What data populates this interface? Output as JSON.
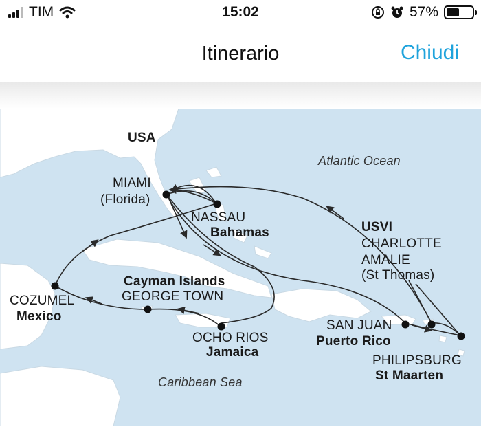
{
  "status_bar": {
    "carrier": "TIM",
    "time": "15:02",
    "battery_percent": "57%",
    "battery_level": 0.57
  },
  "nav": {
    "title": "Itinerario",
    "close_label": "Chiudi"
  },
  "map": {
    "country_usa": "USA",
    "ocean_atlantic": "Atlantic Ocean",
    "sea_caribbean": "Caribbean Sea",
    "ports": {
      "miami": {
        "name": "MIAMI",
        "region": "(Florida)"
      },
      "nassau": {
        "name": "NASSAU",
        "region": "Bahamas"
      },
      "charlotte_amalie": {
        "group": "USVI",
        "name_line1": "CHARLOTTE",
        "name_line2": "AMALIE",
        "region": "(St Thomas)"
      },
      "san_juan": {
        "name": "SAN JUAN",
        "region": "Puerto Rico"
      },
      "philipsburg": {
        "name": "PHILIPSBURG",
        "region": "St Maarten"
      },
      "ocho_rios": {
        "name": "OCHO RIOS",
        "region": "Jamaica"
      },
      "george_town": {
        "group": "Cayman Islands",
        "name": "GEORGE TOWN"
      },
      "cozumel": {
        "name": "COZUMEL",
        "region": "Mexico"
      }
    },
    "colors": {
      "sea": "#cfe3f1",
      "land": "#ffffff",
      "route": "#2a2a2a"
    }
  }
}
